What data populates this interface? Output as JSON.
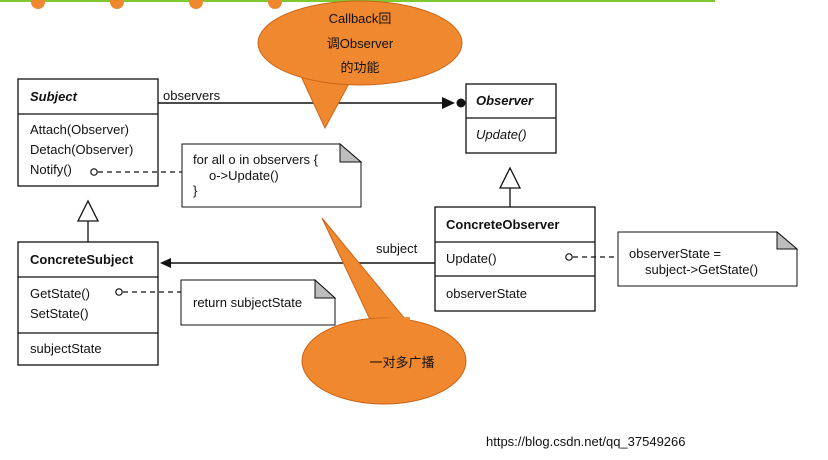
{
  "subject": {
    "name": "Subject",
    "methods": [
      "Attach(Observer)",
      "Detach(Observer)",
      "Notify()"
    ]
  },
  "observer": {
    "name": "Observer",
    "methods": [
      "Update()"
    ]
  },
  "concrete_subject": {
    "name": "ConcreteSubject",
    "methods": [
      "GetState()",
      "SetState()"
    ],
    "attributes": [
      "subjectState"
    ]
  },
  "concrete_observer": {
    "name": "ConcreteObserver",
    "methods": [
      "Update()"
    ],
    "attributes": [
      "observerState"
    ]
  },
  "associations": {
    "observers": "observers",
    "subject": "subject"
  },
  "notes": {
    "notify": [
      "for all o in observers {",
      "o->Update()",
      "}"
    ],
    "getstate": [
      "return subjectState"
    ],
    "update": [
      "observerState =",
      "subject->GetState()"
    ]
  },
  "callouts": {
    "callback": [
      "Callback回",
      "调Observer",
      "的功能"
    ],
    "broadcast": "一对多广播"
  },
  "watermark": "https://blog.csdn.net/qq_37549266",
  "colors": {
    "callout_fill": "#f08830",
    "top_line": "#7ec832"
  }
}
